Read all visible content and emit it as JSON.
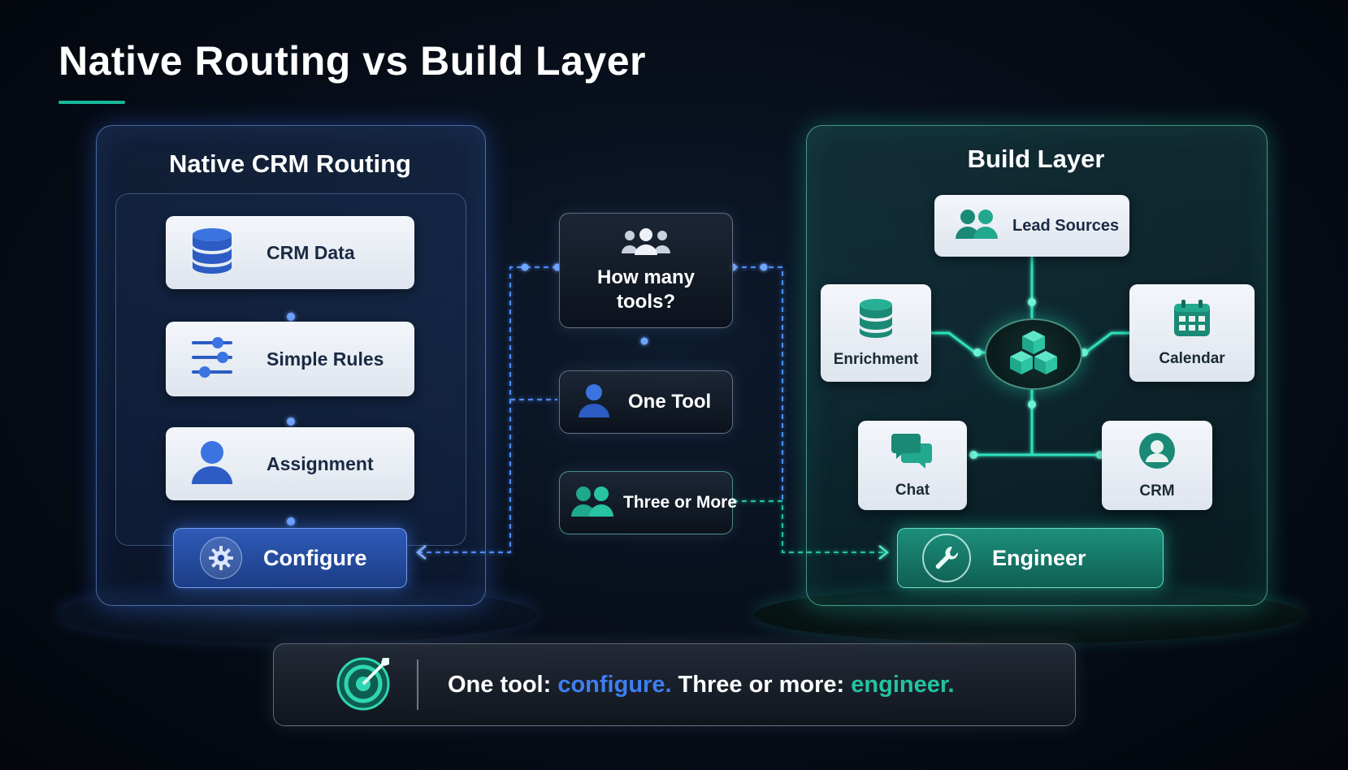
{
  "title": "Native Routing vs Build Layer",
  "left_panel": {
    "title": "Native CRM Routing",
    "cards": [
      {
        "label": "CRM Data",
        "icon": "database-icon"
      },
      {
        "label": "Simple Rules",
        "icon": "sliders-icon"
      },
      {
        "label": "Assignment",
        "icon": "user-icon"
      }
    ],
    "button": {
      "label": "Configure",
      "icon": "gear-icon"
    }
  },
  "center": {
    "question": {
      "label": "How many tools?",
      "icon": "users-group-icon"
    },
    "option_one": {
      "label": "One Tool",
      "icon": "user-icon"
    },
    "option_many": {
      "label": "Three or More",
      "icon": "users-icon"
    }
  },
  "right_panel": {
    "title": "Build Layer",
    "nodes": {
      "lead_sources": {
        "label": "Lead Sources",
        "icon": "users-icon"
      },
      "enrichment": {
        "label": "Enrichment",
        "icon": "database-icon"
      },
      "calendar": {
        "label": "Calendar",
        "icon": "calendar-icon"
      },
      "chat": {
        "label": "Chat",
        "icon": "chat-icon"
      },
      "crm": {
        "label": "CRM",
        "icon": "user-circle-icon"
      },
      "hub": {
        "icon": "cubes-icon"
      }
    },
    "button": {
      "label": "Engineer",
      "icon": "wrench-icon"
    }
  },
  "banner": {
    "icon": "target-icon",
    "part1": "One tool: ",
    "part2": "configure.",
    "part3": " Three or more: ",
    "part4": "engineer."
  },
  "colors": {
    "blue": "#3d7ff0",
    "teal": "#22c3a0",
    "background": "#070d18"
  }
}
